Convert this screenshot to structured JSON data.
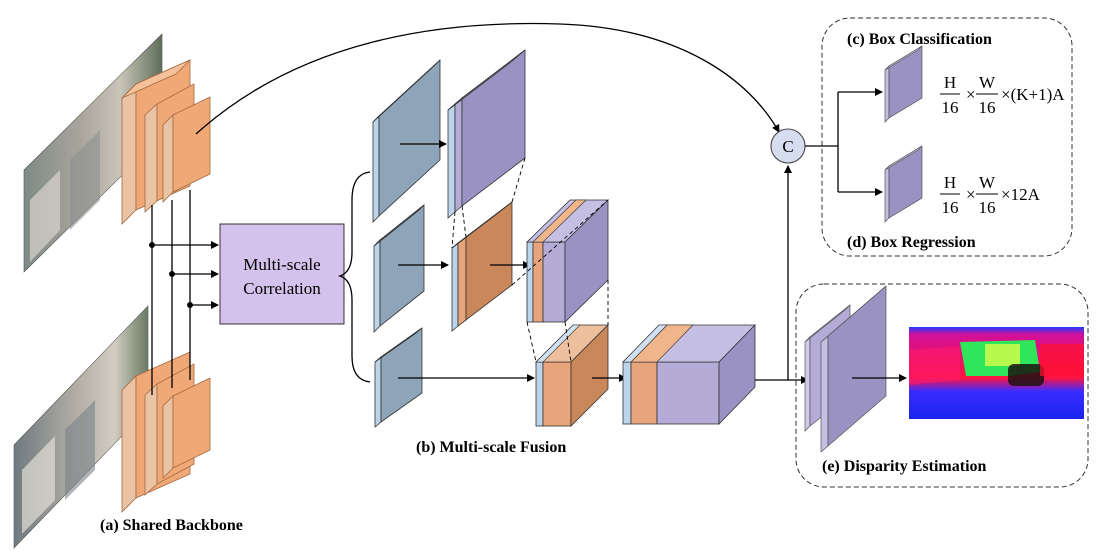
{
  "labels": {
    "shared_backbone": "(a) Shared Backbone",
    "multiscale_fusion": "(b) Multi-scale Fusion",
    "box_classification": "(c) Box Classification",
    "box_regression": "(d) Box Regression",
    "disparity_estimation": "(e) Disparity Estimation"
  },
  "correlation_block": {
    "line1": "Multi-scale",
    "line2": "Correlation"
  },
  "concat_symbol": "C",
  "formulas": {
    "classification": {
      "frac1_num": "H",
      "frac1_den": "16",
      "times1": "×",
      "frac2_num": "W",
      "frac2_den": "16",
      "tail": "×(K+1)A"
    },
    "regression": {
      "frac1_num": "H",
      "frac1_den": "16",
      "times1": "×",
      "frac2_num": "W",
      "frac2_den": "16",
      "tail": "×12A"
    }
  },
  "colors": {
    "backbone_orange": "#f0a877",
    "fusion_orange": "#e8a47a",
    "blue_feature": "#8ea4b8",
    "light_blue": "#bcd4ea",
    "purple": "#b4abd6",
    "purple_dark": "#9a92c2",
    "correlation_fill": "#d4c2ec",
    "concat_fill": "#d6ddee"
  }
}
